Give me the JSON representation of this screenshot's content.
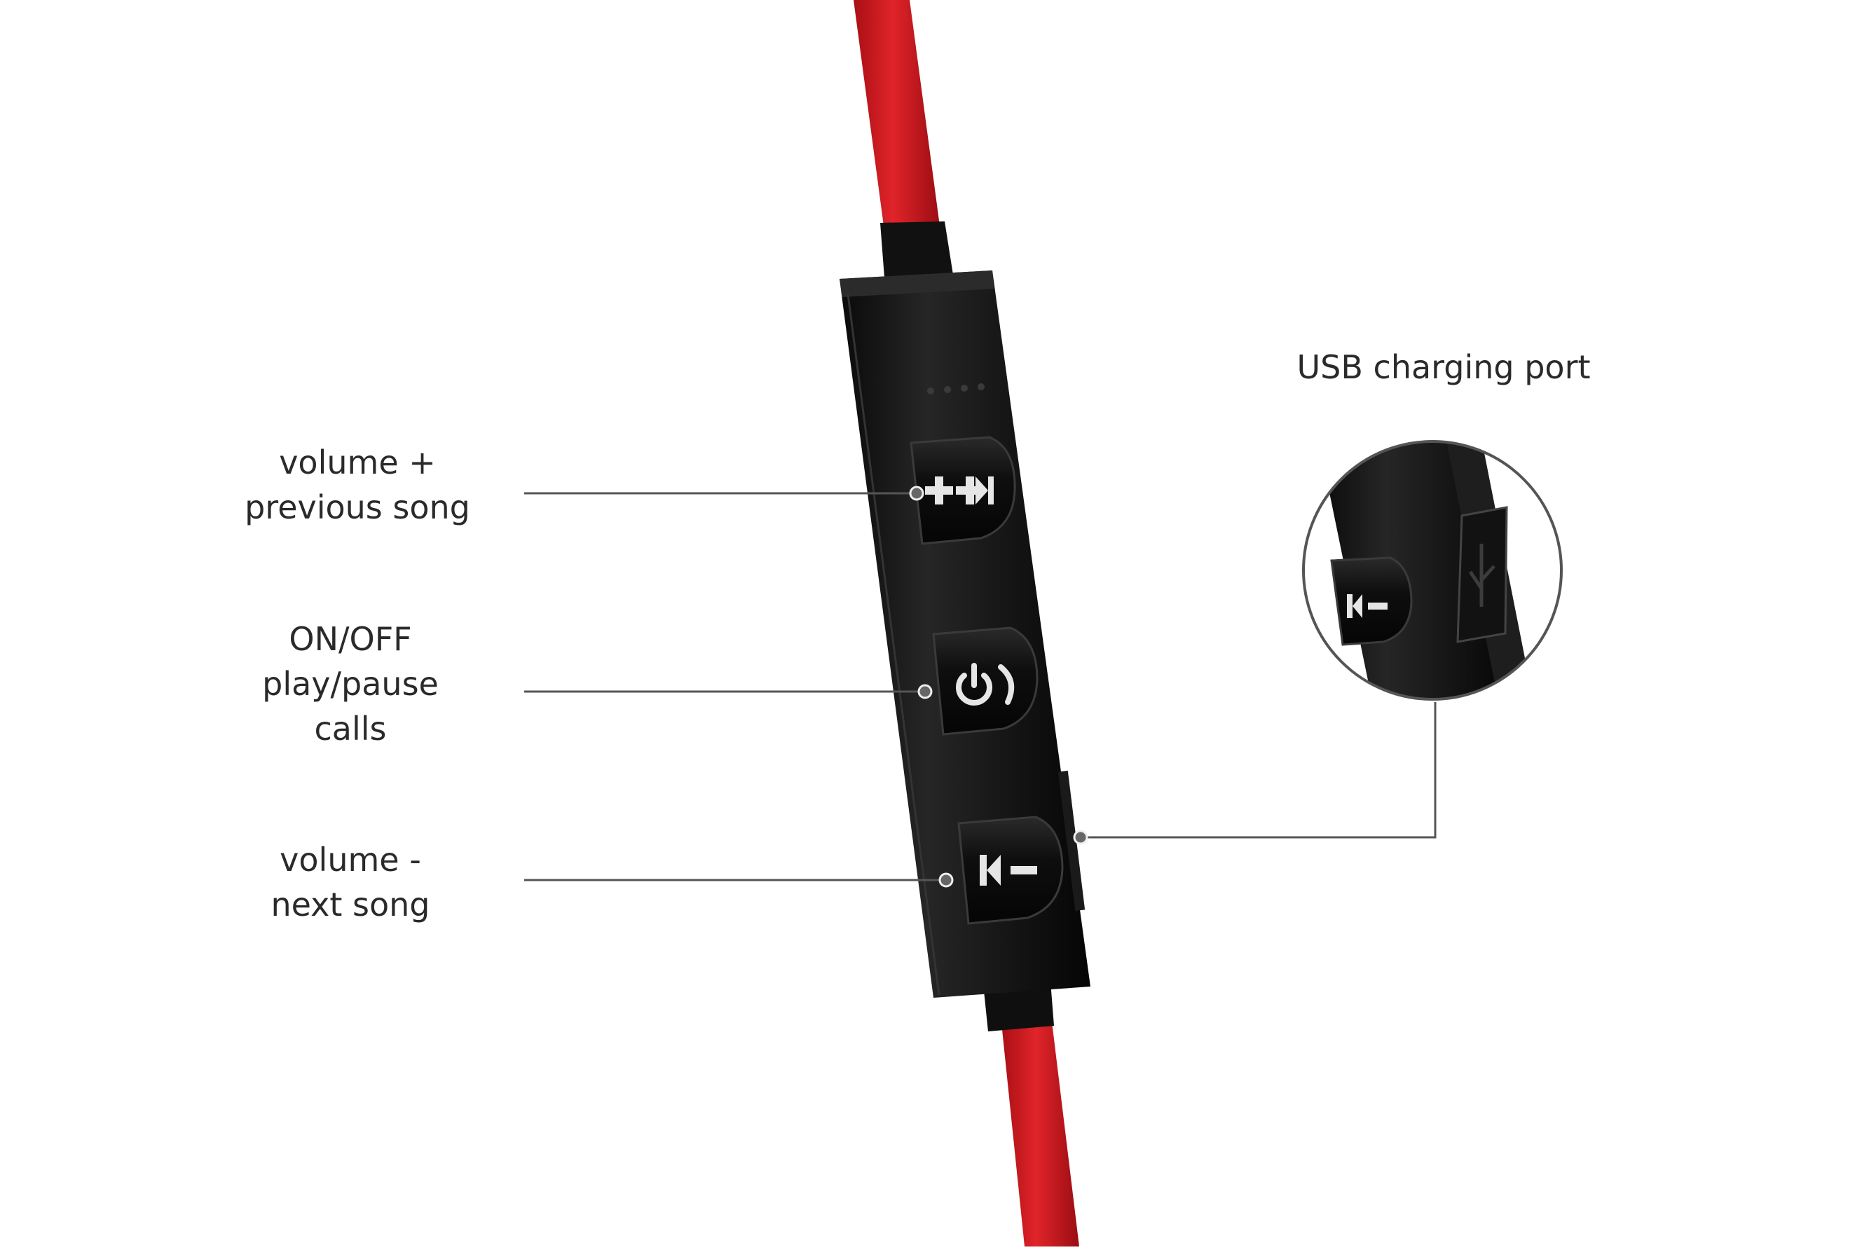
{
  "labels": {
    "volume_up": {
      "line1": "volume +",
      "line2": "previous song"
    },
    "power": {
      "line1": "ON/OFF",
      "line2": "play/pause",
      "line3": "calls"
    },
    "volume_down": {
      "line1": "volume -",
      "line2": "next song"
    },
    "usb": {
      "text": "USB charging port"
    }
  },
  "colors": {
    "cable": "#c8161c",
    "remote_body": "#151515",
    "button": "#0c0c0c",
    "icon": "#e6e6e6",
    "leader_line": "#555555",
    "label_text": "#2a2a2a",
    "background": "#ffffff"
  },
  "icons": [
    "volume-up-next-icon",
    "power-call-icon",
    "volume-down-prev-icon",
    "usb-symbol-icon"
  ]
}
